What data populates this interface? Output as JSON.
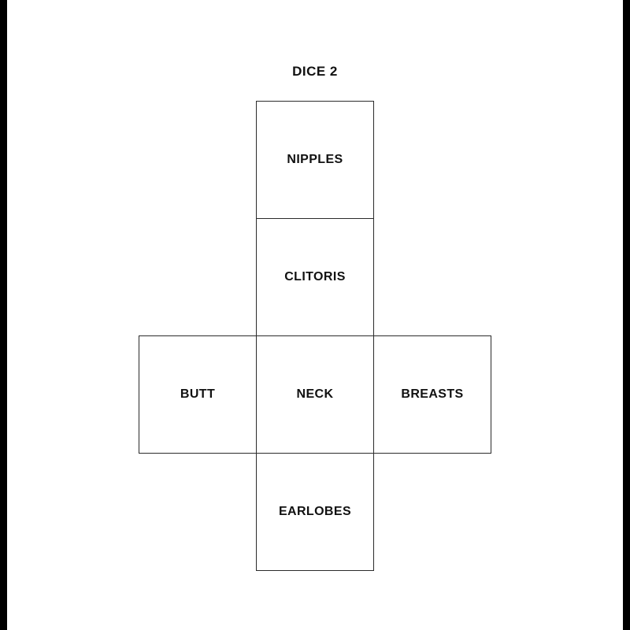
{
  "page": {
    "title": "DICE 2"
  },
  "dice_net": {
    "faces": [
      {
        "label": "NIPPLES",
        "position": "top"
      },
      {
        "label": "CLITORIS",
        "position": "upper-middle"
      },
      {
        "label": "BUTT",
        "position": "left"
      },
      {
        "label": "NECK",
        "position": "center"
      },
      {
        "label": "BREASTS",
        "position": "right"
      },
      {
        "label": "EARLOBES",
        "position": "bottom"
      }
    ]
  }
}
